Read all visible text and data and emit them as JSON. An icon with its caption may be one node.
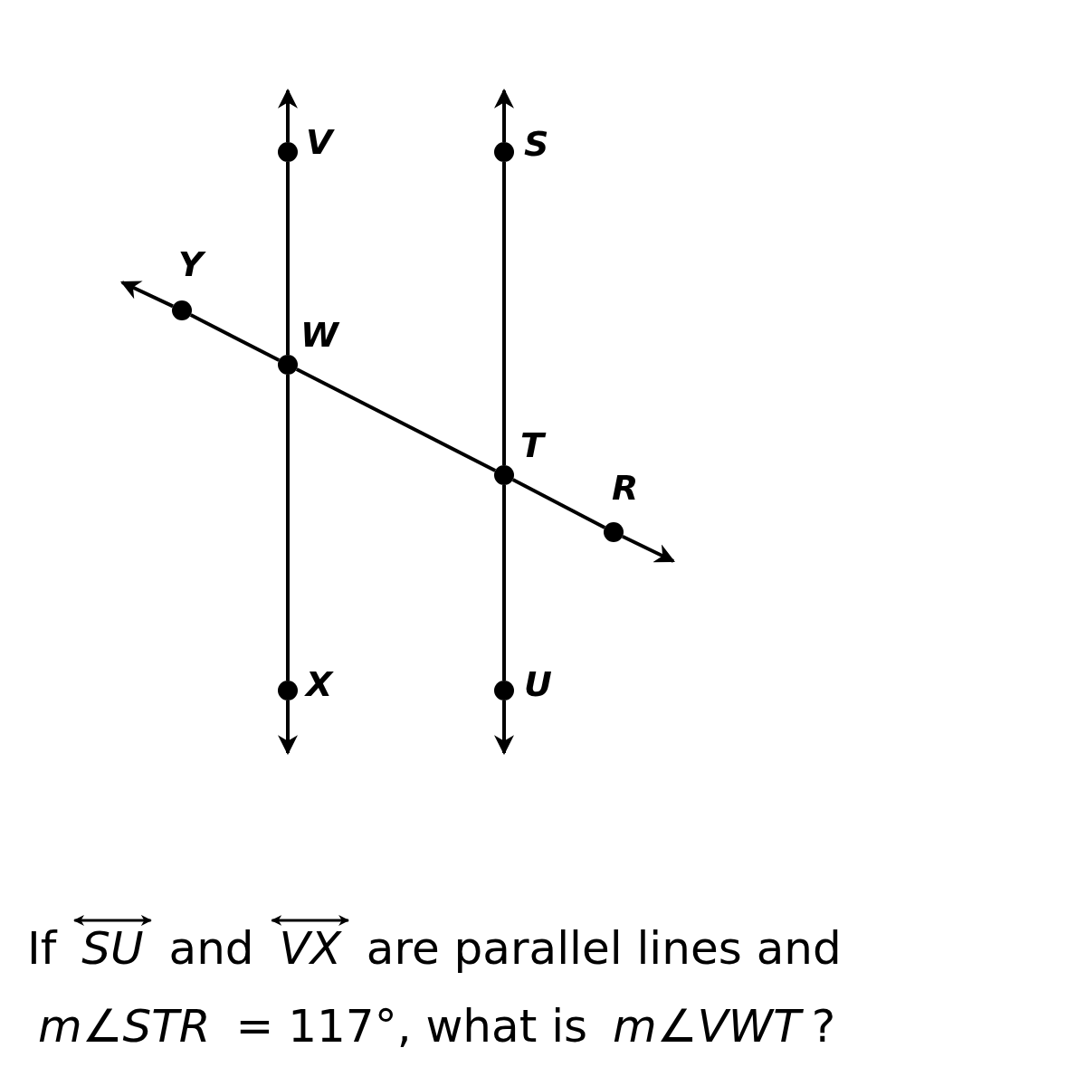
{
  "diagram": {
    "caption": "If *SU* and *VX* are parallel lines and *m∠STR* = 117°, what is *m∠VWT*?",
    "nodes": [
      {
        "text": [
          "V"
        ]
      },
      {
        "text": [
          "W"
        ]
      },
      {
        "text": [
          "X"
        ]
      },
      {
        "text": [
          "S"
        ]
      },
      {
        "text": [
          "T"
        ]
      },
      {
        "text": [
          "U"
        ]
      },
      {
        "text": [
          "Y"
        ]
      },
      {
        "text": [
          "R"
        ]
      }
    ],
    "edges": [
      {
        "from": 0,
        "to": null,
        "arrow": "to"
      },
      {
        "from": 0,
        "to": 1,
        "arrow": "none"
      },
      {
        "from": 1,
        "to": 2,
        "arrow": "none"
      },
      {
        "from": 2,
        "to": null,
        "arrow": "to"
      },
      {
        "from": 3,
        "to": null,
        "arrow": "to"
      },
      {
        "from": 3,
        "to": 4,
        "arrow": "none"
      },
      {
        "from": 4,
        "to": 5,
        "arrow": "none"
      },
      {
        "from": 5,
        "to": null,
        "arrow": "to"
      },
      {
        "from": 6,
        "to": null,
        "arrow": "to"
      },
      {
        "from": 6,
        "to": 1,
        "arrow": "none"
      },
      {
        "from": 1,
        "to": 4,
        "arrow": "none"
      },
      {
        "from": 4,
        "to": 7,
        "arrow": "none"
      },
      {
        "from": 7,
        "to": null,
        "arrow": "to"
      }
    ]
  }
}
